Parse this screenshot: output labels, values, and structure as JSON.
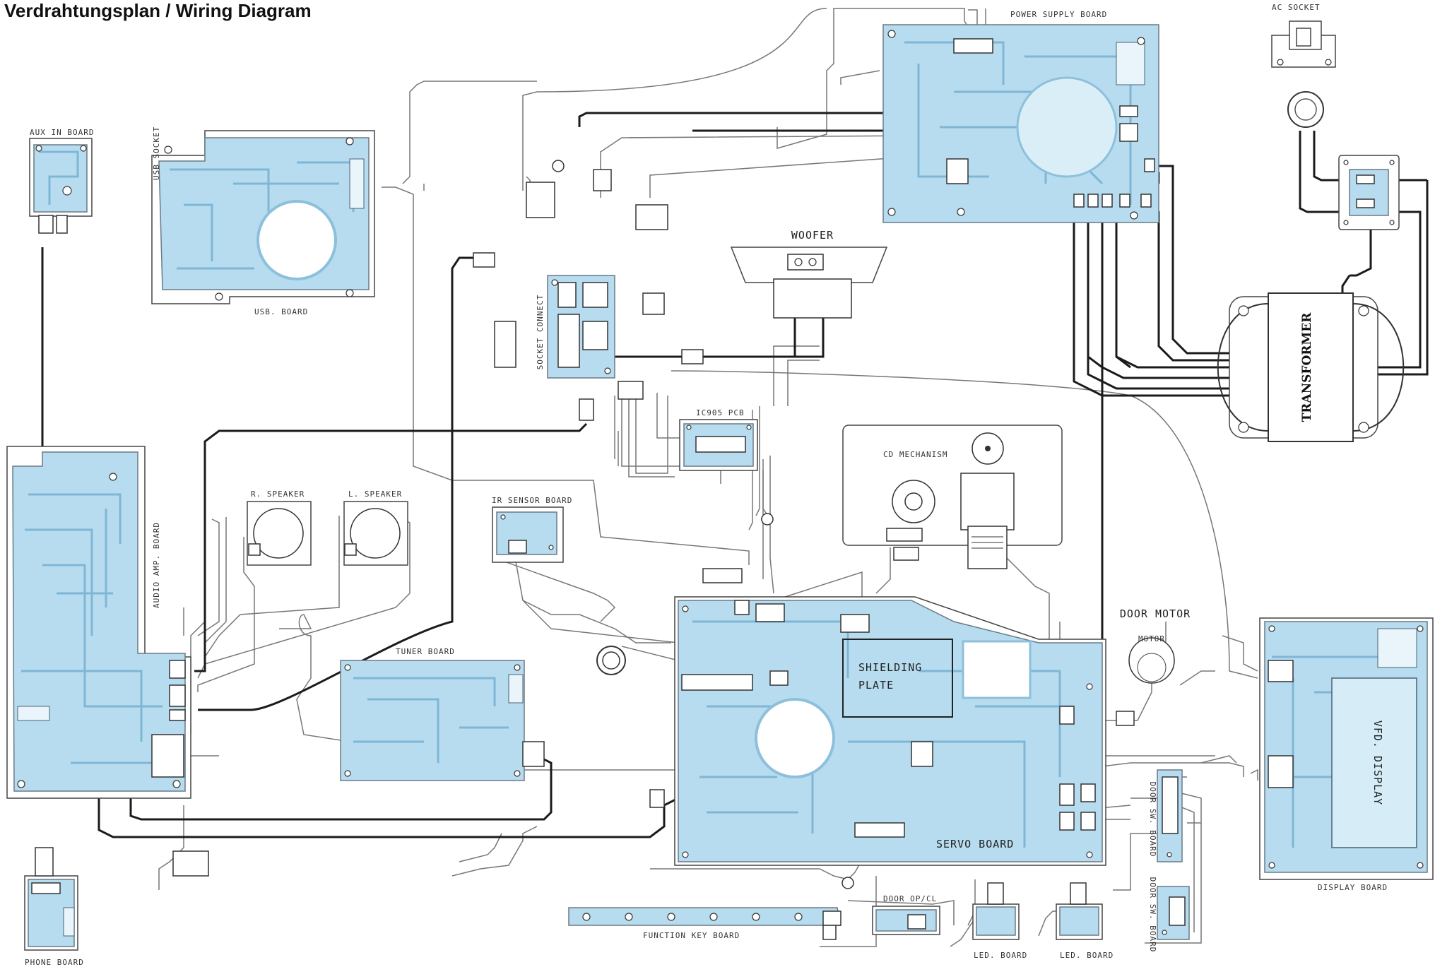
{
  "title": "Verdrahtungsplan / Wiring Diagram",
  "labels": {
    "power_supply_board": "POWER SUPPLY BOARD",
    "ac_socket": "AC SOCKET",
    "transformer": "TRANSFORMER",
    "aux_in_board": "AUX IN BOARD",
    "usb_board": "USB. BOARD",
    "woofer": "WOOFER",
    "socket_connect": "SOCKET CONNECT",
    "ic905_pcb": "IC905 PCB",
    "cd_mechanism": "CD MECHANISM",
    "r_speaker": "R. SPEAKER",
    "l_speaker": "L. SPEAKER",
    "ir_sensor_board": "IR SENSOR BOARD",
    "audio_amp_board": "AUDIO AMP. BOARD",
    "tuner_board": "TUNER BOARD",
    "shielding_plate_1": "SHIELDING",
    "shielding_plate_2": "PLATE",
    "door_motor": "DOOR MOTOR",
    "motor": "MOTOR",
    "servo_board": "SERVO BOARD",
    "vfd_display": "VFD. DISPLAY",
    "display_board": "DISPLAY BOARD",
    "door_sw_board_1": "DOOR SW. BOARD",
    "door_sw_board_2": "DOOR SW. BOARD",
    "function_key_board": "FUNCTION KEY BOARD",
    "door_op_cl": "DOOR OP/CL",
    "led_board_1": "LED. BOARD",
    "led_board_2": "LED. BOARD",
    "phone_board": "PHONE BOARD",
    "usb_socket": "USB SOCKET"
  }
}
